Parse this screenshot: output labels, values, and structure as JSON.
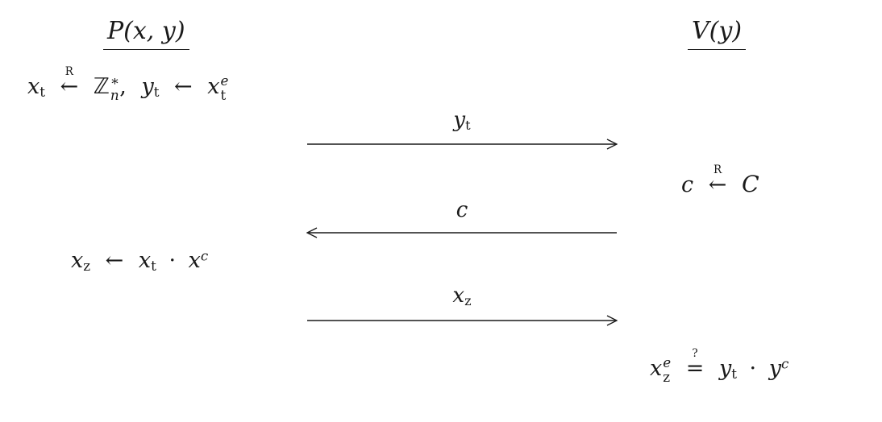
{
  "prover": {
    "header": "P(x, y)",
    "commitment": {
      "x_base": "x",
      "x_sub": "t",
      "sample_label": "R",
      "sample_arrow": "←",
      "group_base": "ℤ",
      "group_sup": "∗",
      "group_sub": "n",
      "comma": ",",
      "y_base": "y",
      "y_sub": "t",
      "gets": "←",
      "pow_base": "x",
      "pow_sub": "t",
      "pow_sup": "e"
    },
    "response": {
      "xz_base": "x",
      "xz_sub": "z",
      "gets": "←",
      "xt_base": "x",
      "xt_sub": "t",
      "times": "·",
      "xc_base": "x",
      "xc_sup": "c"
    }
  },
  "verifier": {
    "header": "V(y)",
    "challenge": {
      "c": "c",
      "sample_label": "R",
      "sample_arrow": "←",
      "space": "C"
    },
    "check": {
      "xz_base": "x",
      "xz_sub": "z",
      "xz_sup": "e",
      "eq_mark": "?",
      "eq_base": "=",
      "yt_base": "y",
      "yt_sub": "t",
      "times": "·",
      "yc_base": "y",
      "yc_sup": "c"
    }
  },
  "messages": [
    {
      "base": "y",
      "sub": "t"
    },
    {
      "base": "c",
      "sub": ""
    },
    {
      "base": "x",
      "sub": "z"
    }
  ]
}
